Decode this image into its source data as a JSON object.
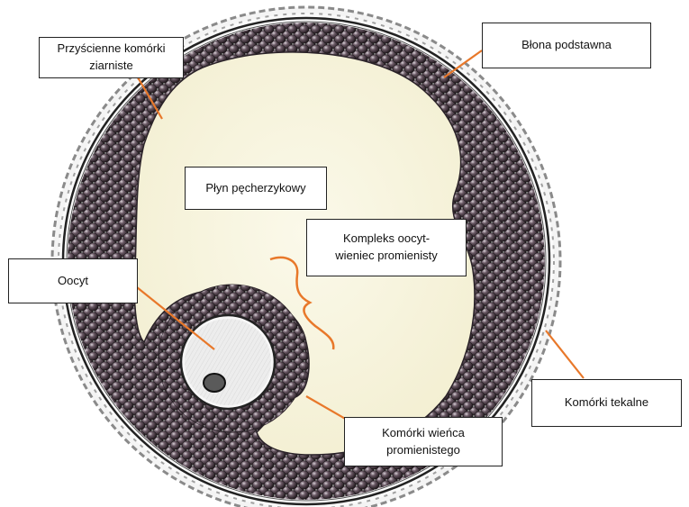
{
  "labels": {
    "granulosa": "Przyścienne komórki ziarniste",
    "basement_membrane": "Błona podstawna",
    "follicular_fluid": "Płyn pęcherzykowy",
    "complex": "Kompleks oocyt-wieniec promienisty",
    "oocyte": "Oocyt",
    "theca": "Komórki tekalne",
    "corona": "Komórki wieńca promienistego"
  },
  "colors": {
    "arrow": "#e8782a",
    "cell": "#3a2c36",
    "fluid": "#f7f3dc",
    "oocyte": "#e6e6e6"
  }
}
